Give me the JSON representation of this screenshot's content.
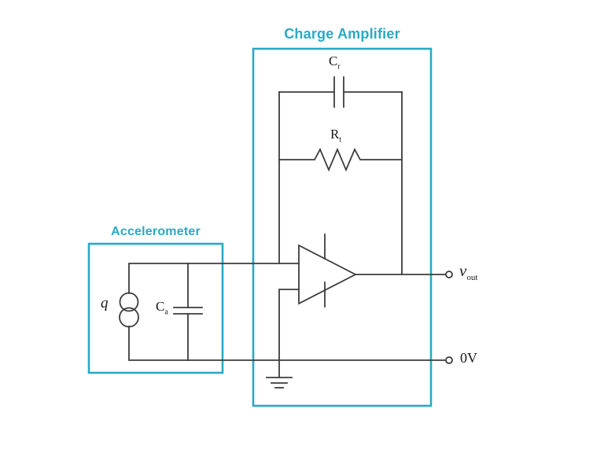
{
  "colors": {
    "background": "#ffffff",
    "accent": "#2aa9c4",
    "wire": "#3c3c3c",
    "label": "#1a1a1a"
  },
  "blocks": {
    "charge_amplifier": {
      "title": "Charge Amplifier"
    },
    "accelerometer": {
      "title": "Accelerometer"
    }
  },
  "components": {
    "feedback_capacitor": {
      "base": "C",
      "sub": "r"
    },
    "feedback_resistor": {
      "base": "R",
      "sub": "t"
    },
    "accelerometer_capacitor": {
      "base": "C",
      "sub": "a"
    },
    "charge_source": {
      "label": "q"
    },
    "output_terminal": {
      "base": "v",
      "sub": "out"
    },
    "reference_terminal": {
      "label": "0V"
    }
  }
}
